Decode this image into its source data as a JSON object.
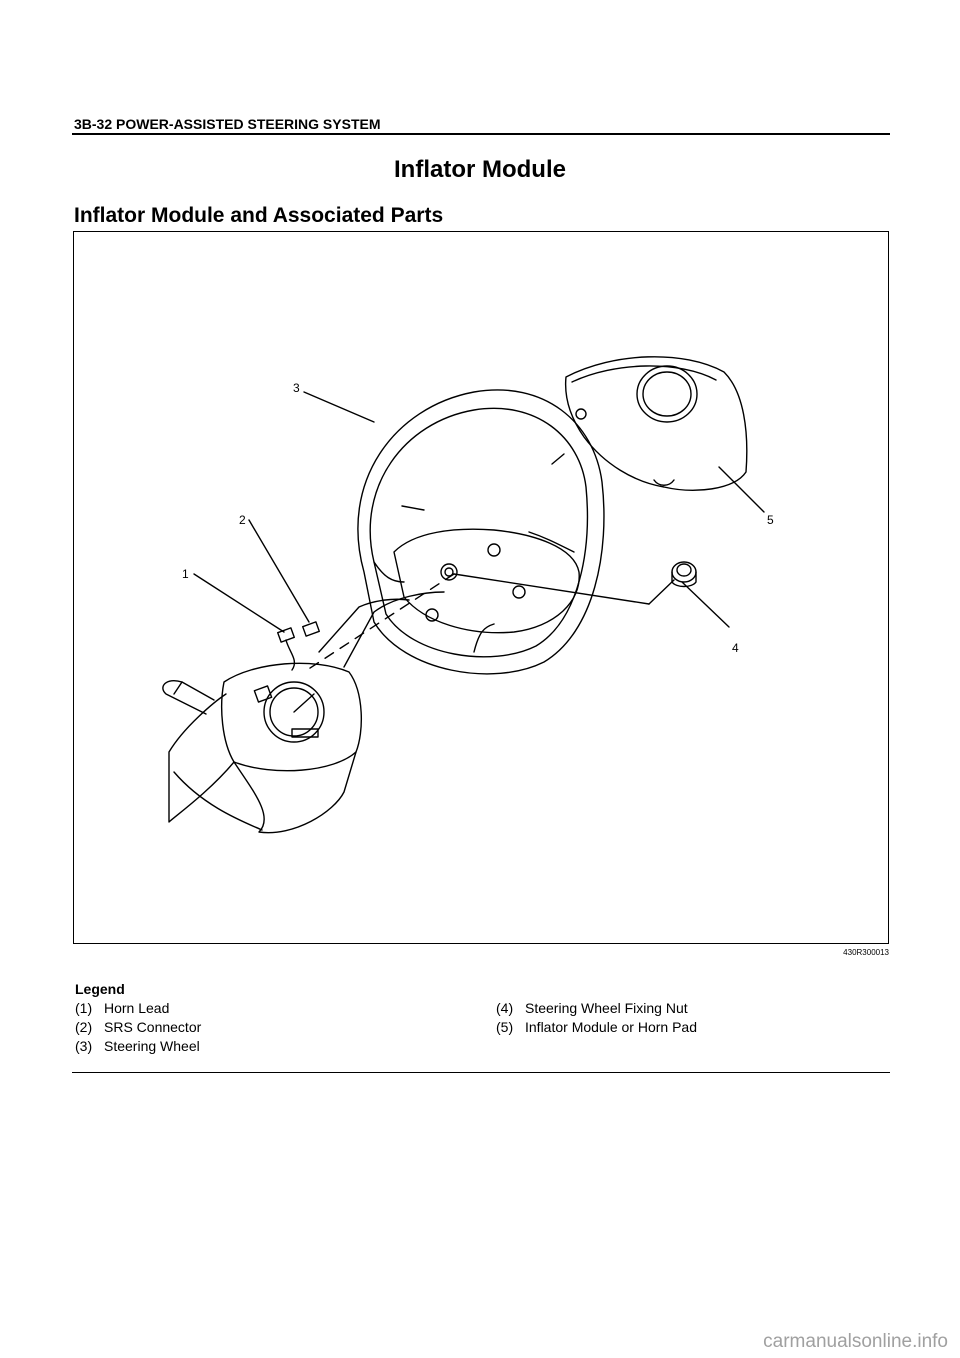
{
  "header": {
    "section": "3B-32 POWER-ASSISTED STEERING SYSTEM"
  },
  "page_title": "Inflator Module",
  "section_title": "Inflator Module and Associated Parts",
  "figure": {
    "code": "430R300013",
    "callouts": [
      "1",
      "2",
      "3",
      "4",
      "5"
    ]
  },
  "legend": {
    "title": "Legend",
    "items": [
      {
        "num": "(1)",
        "label": "Horn Lead"
      },
      {
        "num": "(2)",
        "label": "SRS Connector"
      },
      {
        "num": "(3)",
        "label": "Steering Wheel"
      },
      {
        "num": "(4)",
        "label": "Steering Wheel Fixing Nut"
      },
      {
        "num": "(5)",
        "label": "Inflator Module or Horn Pad"
      }
    ]
  },
  "watermark": "carmanualsonline.info"
}
